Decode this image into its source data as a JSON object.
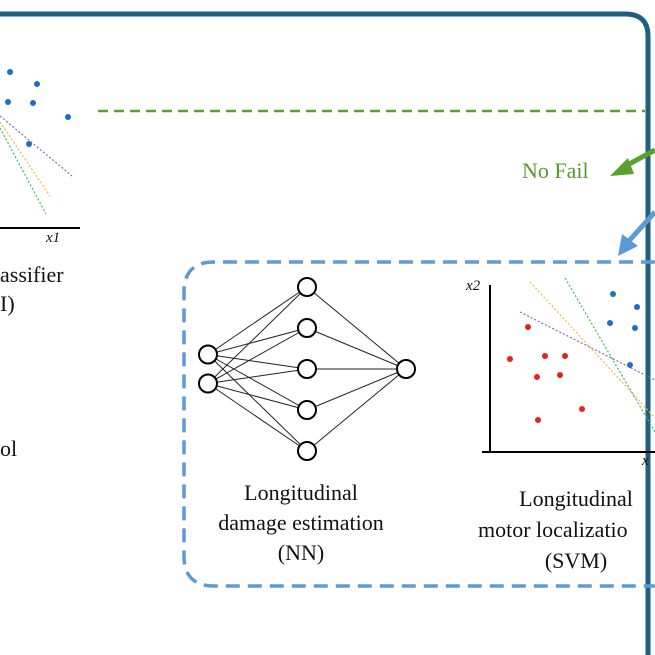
{
  "colors": {
    "frame": "#1f5f82",
    "accent_blue": "#5b9bd5",
    "accent_green": "#5aa02c",
    "dots_blue": "#1f6fc0",
    "dots_red": "#e8201e",
    "boundary_orange": "#f4b63a",
    "boundary_green": "#3fb86a",
    "boundary_purple": "#7a6ac8"
  },
  "left_panel": {
    "axis_label": "x1",
    "caption_line1": "assifier",
    "caption_line2": "I)",
    "partial_text": "ol"
  },
  "no_fail_label": "No Fail",
  "module": {
    "nn_caption": [
      "Longitudinal",
      "damage estimation",
      "(NN)"
    ],
    "svm_caption": [
      "Longitudinal",
      "motor localizatio",
      "(SVM)"
    ],
    "svm_axis_y": "x2",
    "svm_axis_x_partial": "x"
  },
  "nn_layers": [
    2,
    5,
    1
  ]
}
